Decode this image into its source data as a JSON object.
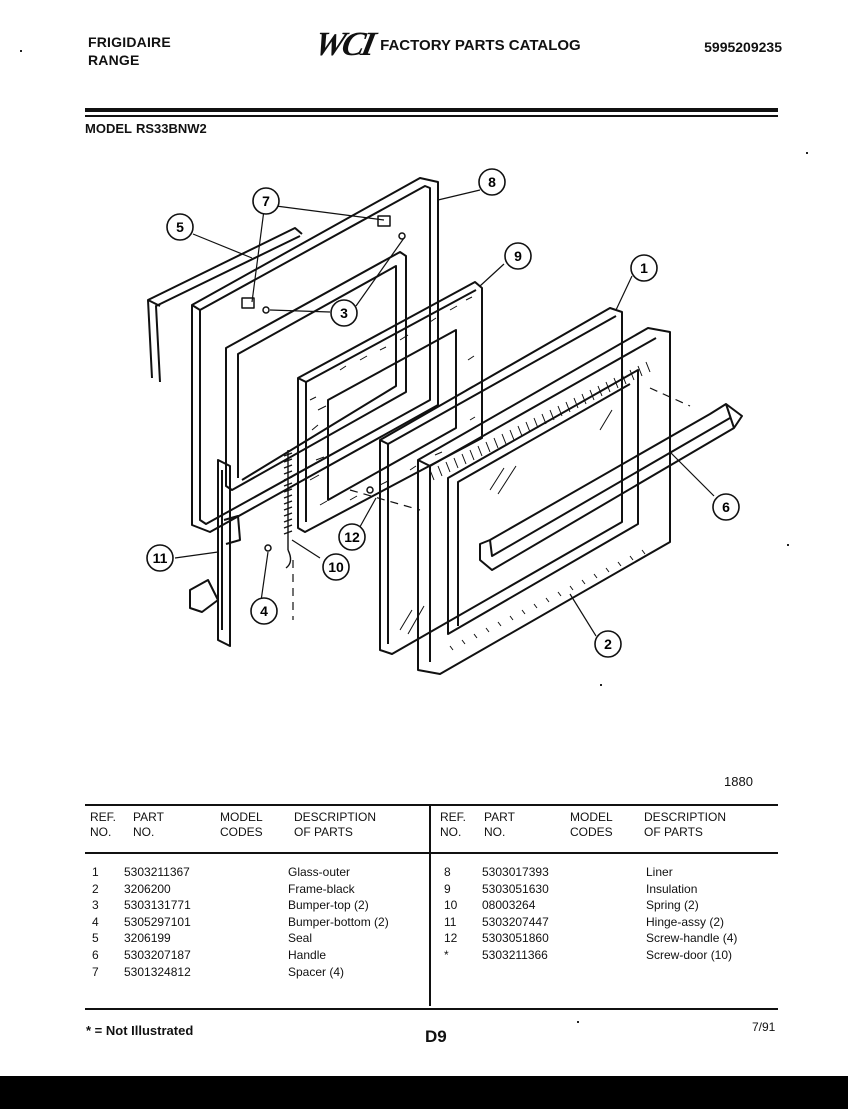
{
  "header": {
    "brand_line1": "FRIGIDAIRE",
    "brand_line2": "RANGE",
    "logo_text": "WCI",
    "catalog_title": "FACTORY PARTS CATALOG",
    "catalog_number": "5995209235",
    "model_label": "MODEL",
    "model_value": "RS33BNW2"
  },
  "diagram": {
    "callouts": [
      "1",
      "2",
      "3",
      "4",
      "5",
      "6",
      "7",
      "8",
      "9",
      "10",
      "11",
      "12",
      "3",
      "7"
    ],
    "figure_id": "1880"
  },
  "table": {
    "headers": {
      "ref1": "REF.",
      "ref2": "NO.",
      "part1": "PART",
      "part2": "NO.",
      "model1": "MODEL",
      "model2": "CODES",
      "desc1": "DESCRIPTION",
      "desc2": "OF PARTS"
    },
    "left_rows": [
      {
        "ref": "1",
        "part": "5303211367",
        "codes": "",
        "desc": "Glass-outer"
      },
      {
        "ref": "2",
        "part": "3206200",
        "codes": "",
        "desc": "Frame-black"
      },
      {
        "ref": "3",
        "part": "5303131771",
        "codes": "",
        "desc": "Bumper-top (2)"
      },
      {
        "ref": "4",
        "part": "5305297101",
        "codes": "",
        "desc": "Bumper-bottom (2)"
      },
      {
        "ref": "5",
        "part": "3206199",
        "codes": "",
        "desc": "Seal"
      },
      {
        "ref": "6",
        "part": "5303207187",
        "codes": "",
        "desc": "Handle"
      },
      {
        "ref": "7",
        "part": "5301324812",
        "codes": "",
        "desc": "Spacer (4)"
      }
    ],
    "right_rows": [
      {
        "ref": "8",
        "part": "5303017393",
        "codes": "",
        "desc": "Liner"
      },
      {
        "ref": "9",
        "part": "5303051630",
        "codes": "",
        "desc": "Insulation"
      },
      {
        "ref": "10",
        "part": "08003264",
        "codes": "",
        "desc": "Spring (2)"
      },
      {
        "ref": "11",
        "part": "5303207447",
        "codes": "",
        "desc": "Hinge-assy (2)"
      },
      {
        "ref": "12",
        "part": "5303051860",
        "codes": "",
        "desc": "Screw-handle (4)"
      },
      {
        "ref": "*",
        "part": "5303211366",
        "codes": "",
        "desc": "Screw-door (10)"
      }
    ]
  },
  "footer": {
    "note": "* = Not Illustrated",
    "page": "D9",
    "date": "7/91"
  }
}
